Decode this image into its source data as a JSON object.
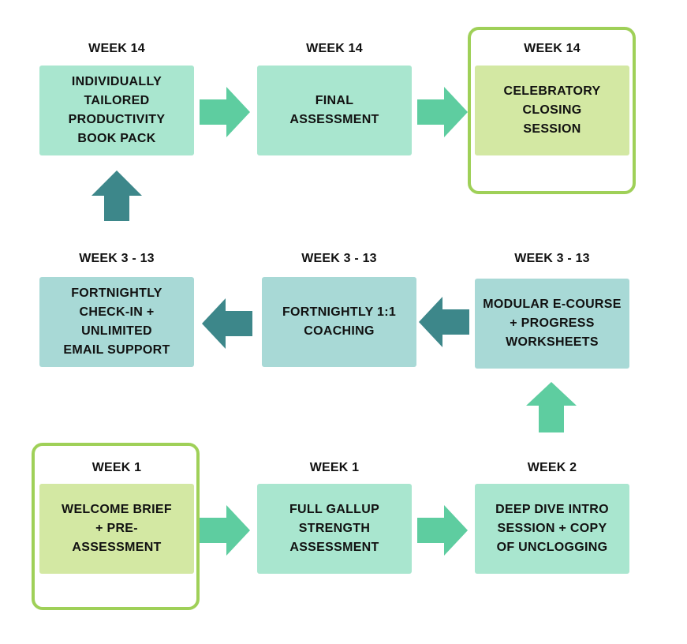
{
  "colors": {
    "mint_box": "#a9e6cf",
    "aqua_box": "#a8d9d6",
    "lime_box": "#d3e8a3",
    "highlight_frame": "#9fd058",
    "arrow_light": "#5ecda0",
    "arrow_dark": "#3d878a"
  },
  "row1": [
    {
      "week": "WEEK 14",
      "text": "INDIVIDUALLY\nTAILORED\nPRODUCTIVITY\nBOOK PACK"
    },
    {
      "week": "WEEK 14",
      "text": "FINAL\nASSESSMENT"
    },
    {
      "week": "WEEK 14",
      "text": "CELEBRATORY\nCLOSING\nSESSION"
    }
  ],
  "row2": [
    {
      "week": "WEEK 3  - 13",
      "text": "FORTNIGHTLY\nCHECK-IN +\nUNLIMITED\nEMAIL SUPPORT"
    },
    {
      "week": "WEEK 3  - 13",
      "text": "FORTNIGHTLY 1:1\nCOACHING"
    },
    {
      "week": "WEEK 3  - 13",
      "text": "MODULAR E-COURSE\n+ PROGRESS\nWORKSHEETS"
    }
  ],
  "row3": [
    {
      "week": "WEEK 1",
      "text": "WELCOME BRIEF\n+ PRE-\nASSESSMENT"
    },
    {
      "week": "WEEK 1",
      "text": "FULL GALLUP\nSTRENGTH\nASSESSMENT"
    },
    {
      "week": "WEEK 2",
      "text": "DEEP DIVE INTRO\nSESSION + COPY\nOF UNCLOGGING"
    }
  ],
  "arrow_icons": [
    "arrow-right-icon",
    "arrow-up-icon",
    "arrow-left-icon"
  ]
}
